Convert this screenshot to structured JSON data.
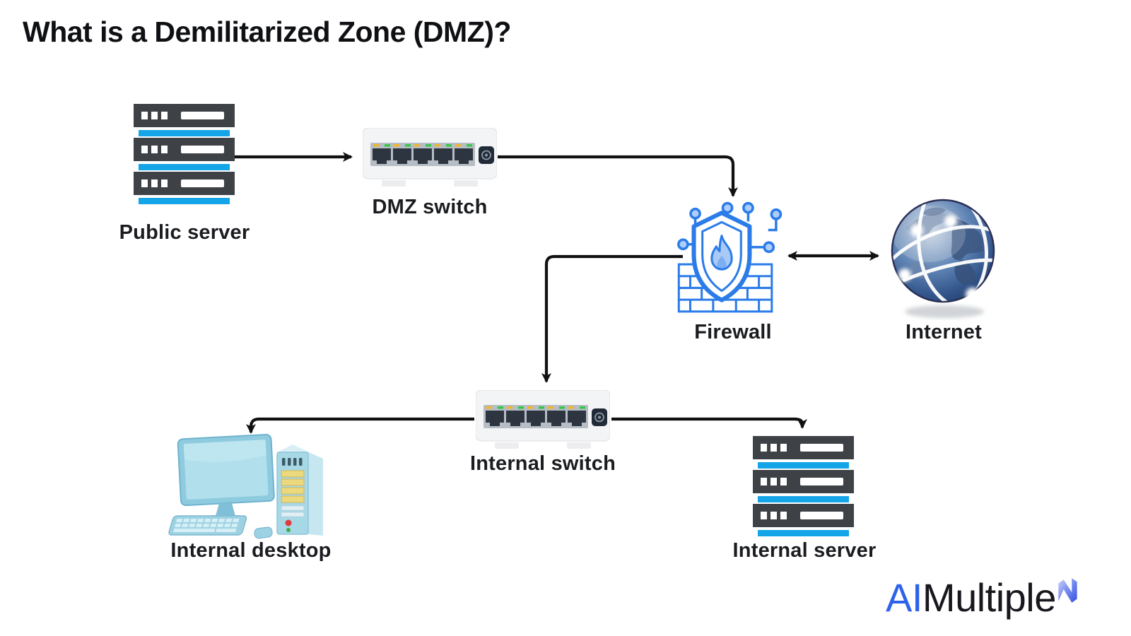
{
  "title": "What is a Demilitarized Zone (DMZ)?",
  "diagram": {
    "nodes": [
      {
        "id": "public-server",
        "label": "Public server",
        "icon": "server-stack-icon"
      },
      {
        "id": "dmz-switch",
        "label": "DMZ switch",
        "icon": "network-switch-icon"
      },
      {
        "id": "firewall",
        "label": "Firewall",
        "icon": "firewall-shield-flame-icon"
      },
      {
        "id": "internet",
        "label": "Internet",
        "icon": "globe-icon"
      },
      {
        "id": "internal-switch",
        "label": "Internal switch",
        "icon": "network-switch-icon"
      },
      {
        "id": "internal-desktop",
        "label": "Internal desktop",
        "icon": "desktop-computer-icon"
      },
      {
        "id": "internal-server",
        "label": "Internal server",
        "icon": "server-stack-icon"
      }
    ],
    "connections": [
      {
        "from": "public-server",
        "to": "dmz-switch",
        "direction": "one-way"
      },
      {
        "from": "dmz-switch",
        "to": "firewall",
        "direction": "one-way"
      },
      {
        "from": "firewall",
        "to": "internet",
        "direction": "two-way"
      },
      {
        "from": "firewall",
        "to": "internal-switch",
        "direction": "one-way"
      },
      {
        "from": "internal-switch",
        "to": "internal-desktop",
        "direction": "one-way"
      },
      {
        "from": "internal-switch",
        "to": "internal-server",
        "direction": "one-way"
      }
    ]
  },
  "logo": {
    "part1": "AI",
    "part2": "Multiple"
  },
  "colors": {
    "server_dark": "#3e4246",
    "server_stripe_blue": "#14a5e8",
    "switch_body": "#f3f4f6",
    "switch_panel": "#b7bdc4",
    "led_yellow": "#f2b62a",
    "led_green": "#35c84a",
    "firewall_blue": "#2b7ce9",
    "firewall_light_blue": "#aecdf8",
    "desktop_blue": "#a7d8e6",
    "arrow_black": "#111111",
    "logo_blue": "#2d63ea",
    "logo_dark": "#17171d"
  }
}
